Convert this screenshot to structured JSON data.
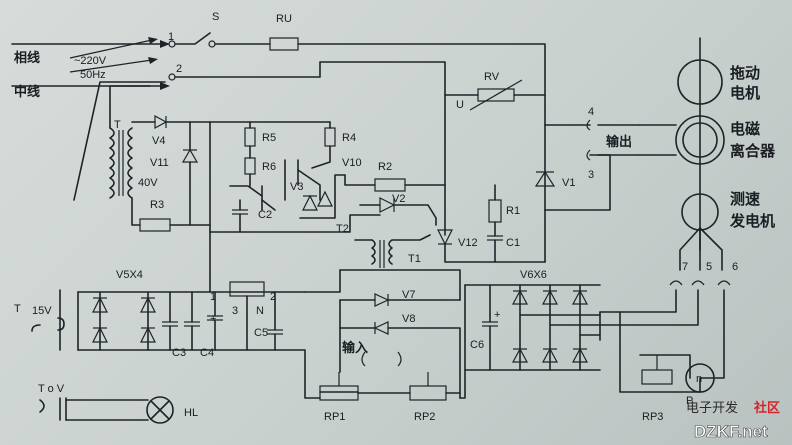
{
  "power": {
    "phase_label": "相线",
    "neutral_label": "中线",
    "voltage": "~220V",
    "frequency": "50Hz"
  },
  "terminals": {
    "t1": "1",
    "t2": "2",
    "t4": "4",
    "t3": "3",
    "t7": "7",
    "t5": "5",
    "t6": "6"
  },
  "components": {
    "switch": "S",
    "fuse": "RU",
    "varistor": "RV",
    "u_mark": "U",
    "transformer": "T",
    "v4": "V4",
    "v11": "V11",
    "v40": "40V",
    "r3": "R3",
    "r5": "R5",
    "r4": "R4",
    "r6": "R6",
    "v10": "V10",
    "v3": "V3",
    "c2": "C2",
    "r2": "R2",
    "v2": "V2",
    "t2": "T2",
    "r1": "R1",
    "v12": "V12",
    "c1": "C1",
    "t1": "T1",
    "v1": "V1",
    "v5x4": "V5X4",
    "v15": "15V",
    "tr_t": "T",
    "plus": "+",
    "n1": "1",
    "n3": "3",
    "n2": "2",
    "n_label": "N",
    "c5": "C5",
    "c3": "C3",
    "c4": "C4",
    "v7": "V7",
    "v8": "V8",
    "v6x6": "V6X6",
    "c6": "C6",
    "c6_plus": "+",
    "rp1": "RP1",
    "rp2": "RP2",
    "rp3": "RP3",
    "tov": "T o V",
    "hl": "HL",
    "n_meter": "n",
    "p_label": "P"
  },
  "labels": {
    "output": "输出",
    "input": "输入",
    "motor_line1": "拖动",
    "motor_line2": "电机",
    "clutch_line1": "电磁",
    "clutch_line2": "离合器",
    "tacho_line1": "测速",
    "tacho_line2": "发电机"
  },
  "watermark": {
    "part1": "电子开发",
    "part2": "社区",
    "site": "DZKF.net"
  }
}
